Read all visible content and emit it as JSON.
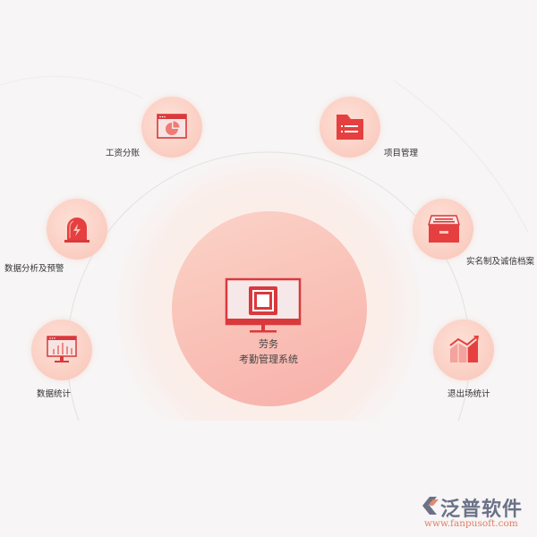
{
  "center": {
    "title_line1": "劳务",
    "title_line2": "考勤管理系统",
    "icon": "monitor-icon"
  },
  "modules": [
    {
      "label": "工资分账",
      "icon": "pie-chart-window-icon"
    },
    {
      "label": "项目管理",
      "icon": "folder-list-icon"
    },
    {
      "label": "数据分析及预警",
      "icon": "alarm-light-icon"
    },
    {
      "label": "实名制及诚信档案",
      "icon": "archive-drawer-icon"
    },
    {
      "label": "数据统计",
      "icon": "bar-chart-monitor-icon"
    },
    {
      "label": "退出场统计",
      "icon": "trend-chart-icon"
    }
  ],
  "logo": {
    "brand": "泛普软件",
    "url": "www.fanpusoft.com"
  },
  "colors": {
    "accent": "#e0383c",
    "icon_light": "#f07c7a",
    "satellite_bg": "#fbd0c4",
    "background": "#f7f5f5"
  }
}
